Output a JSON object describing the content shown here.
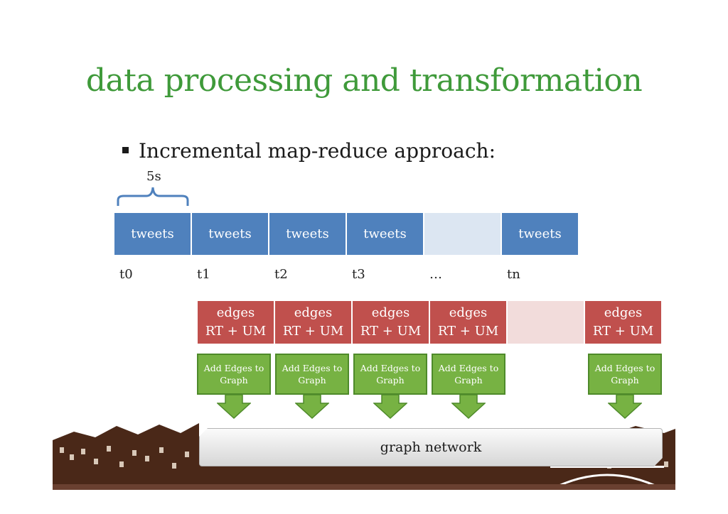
{
  "title": "data processing and transformation",
  "bullet": "Incremental map-reduce approach:",
  "interval": "5s",
  "tweets_row": [
    "tweets",
    "tweets",
    "tweets",
    "tweets",
    "",
    "tweets"
  ],
  "time_labels": [
    "t0",
    "t1",
    "t2",
    "t3",
    "…",
    "tn"
  ],
  "edges_row": [
    {
      "line1": "edges",
      "line2": "RT + UM"
    },
    {
      "line1": "edges",
      "line2": "RT + UM"
    },
    {
      "line1": "edges",
      "line2": "RT + UM"
    },
    {
      "line1": "edges",
      "line2": "RT + UM"
    },
    {
      "line1": "",
      "line2": ""
    },
    {
      "line1": "edges",
      "line2": "RT + UM"
    }
  ],
  "add_edges": [
    {
      "line1": "Add Edges to",
      "line2": "Graph"
    },
    {
      "line1": "Add Edges to",
      "line2": "Graph"
    },
    {
      "line1": "Add Edges to",
      "line2": "Graph"
    },
    {
      "line1": "Add Edges to",
      "line2": "Graph"
    },
    {
      "line1": "Add Edges to",
      "line2": "Graph"
    }
  ],
  "graph_label": "graph network",
  "colors": {
    "title": "#3f9a3a",
    "tweets": "#4f81bd",
    "tweets_empty": "#dce6f2",
    "edges": "#c0504d",
    "edges_empty": "#f2dcdb",
    "add_box": "#77b243",
    "skyline": "#4a2818"
  }
}
